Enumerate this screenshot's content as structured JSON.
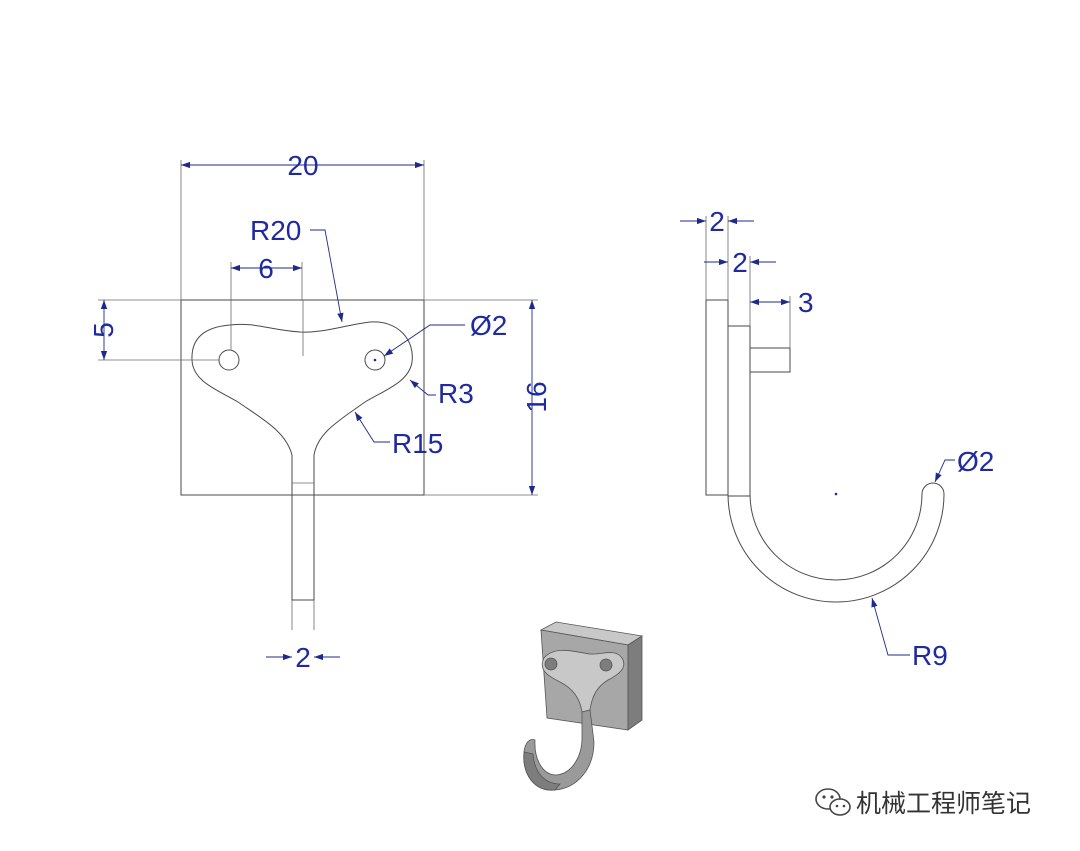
{
  "drawing": {
    "front_view": {
      "dim_width": "20",
      "dim_arc_top": "R20",
      "dim_hole_spacing": "6",
      "dim_hole_offset": "5",
      "dim_hole_dia": "Ø2",
      "dim_lobe_radius": "R3",
      "dim_neck_radius": "R15",
      "dim_height": "16",
      "dim_stem_width": "2"
    },
    "side_view": {
      "dim_plate_thickness": "2",
      "dim_hook_thickness": "2",
      "dim_boss_depth": "3",
      "dim_tip_dia": "Ø2",
      "dim_bend_radius": "R9"
    }
  },
  "watermark": {
    "icon": "wechat-icon",
    "text": "机械工程师笔记"
  }
}
